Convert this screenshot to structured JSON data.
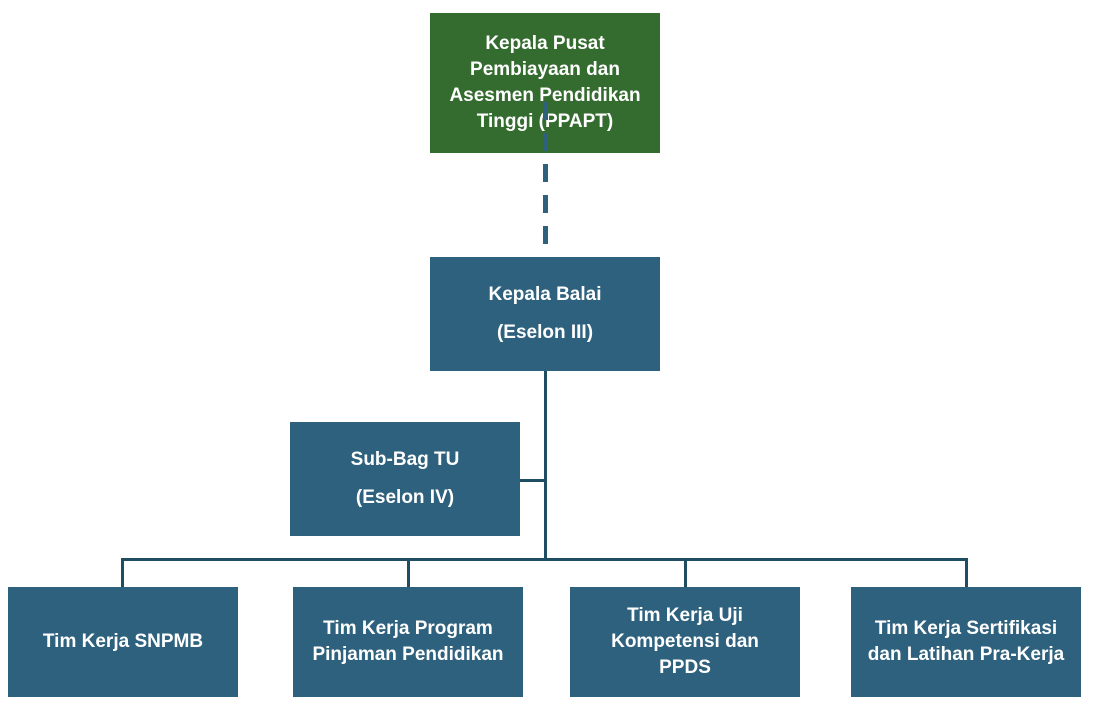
{
  "diagram": {
    "type": "org-chart",
    "background": "#FFFFFF",
    "colors": {
      "root_box": "#346B2E",
      "node_box": "#2E617E",
      "solid_connector": "#1F4E63",
      "dashed_connector": "#2E617E",
      "text": "#FFFFFF"
    },
    "nodes": {
      "root": {
        "label": "Kepala Pusat Pembiayaan dan Asesmen Pendidikan Tinggi (PPAPT)",
        "lines": [
          "Kepala Pusat",
          "Pembiayaan dan",
          "Asesmen Pendidikan",
          "Tinggi (PPAPT)"
        ]
      },
      "kepala_balai": {
        "label": "Kepala Balai (Eselon III)",
        "lines": [
          "Kepala Balai",
          "(Eselon III)"
        ]
      },
      "sub_bag_tu": {
        "label": "Sub-Bag TU (Eselon IV)",
        "lines": [
          "Sub-Bag TU",
          "(Eselon IV)"
        ]
      },
      "tim_snpmb": {
        "label": "Tim Kerja SNPMB",
        "lines": [
          "Tim Kerja SNPMB"
        ]
      },
      "tim_pinjaman": {
        "label": "Tim Kerja Program Pinjaman Pendidikan",
        "lines": [
          "Tim Kerja Program",
          "Pinjaman Pendidikan"
        ]
      },
      "tim_uji": {
        "label": "Tim Kerja Uji Kompetensi dan PPDS",
        "lines": [
          "Tim Kerja Uji",
          "Kompetensi dan",
          "PPDS"
        ]
      },
      "tim_sertifikasi": {
        "label": "Tim Kerja Sertifikasi dan Latihan Pra-Kerja",
        "lines": [
          "Tim Kerja Sertifikasi",
          "dan Latihan Pra-Kerja"
        ]
      }
    },
    "edges": [
      {
        "from": "root",
        "to": "kepala_balai",
        "style": "dashed"
      },
      {
        "from": "kepala_balai",
        "to": "sub_bag_tu",
        "style": "solid"
      },
      {
        "from": "kepala_balai",
        "to": "tim_snpmb",
        "style": "solid"
      },
      {
        "from": "kepala_balai",
        "to": "tim_pinjaman",
        "style": "solid"
      },
      {
        "from": "kepala_balai",
        "to": "tim_uji",
        "style": "solid"
      },
      {
        "from": "kepala_balai",
        "to": "tim_sertifikasi",
        "style": "solid"
      }
    ]
  }
}
